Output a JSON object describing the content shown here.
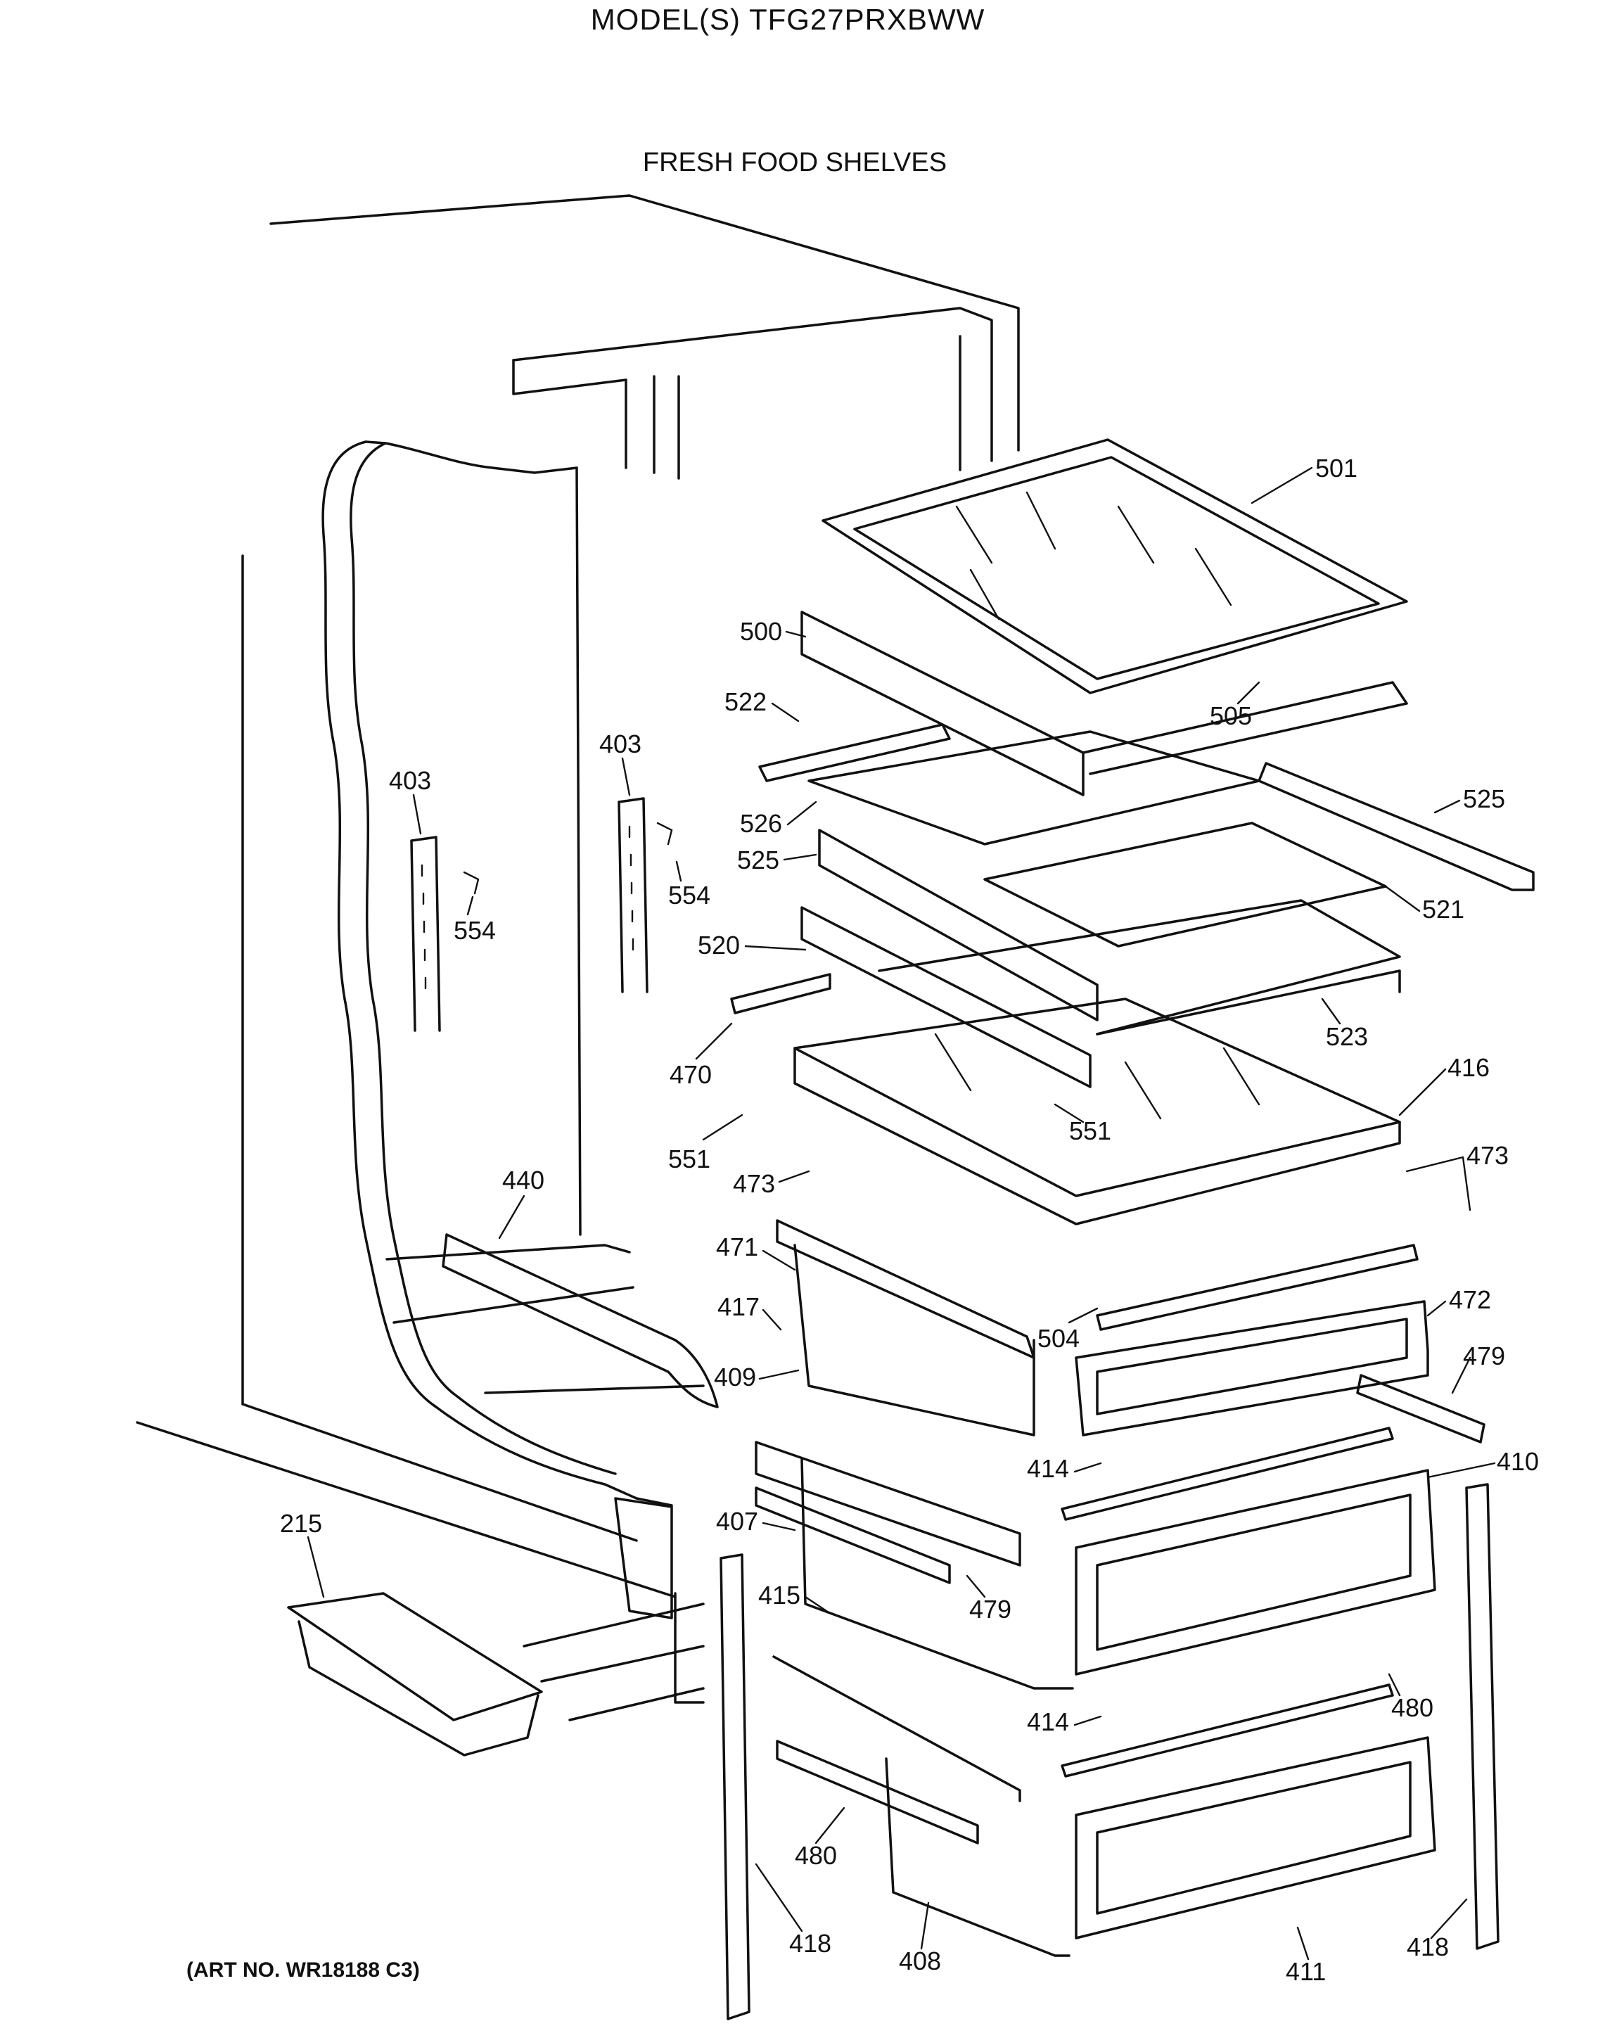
{
  "header": {
    "model_title": "MODEL(S) TFG27PRXBWW",
    "section_title": "FRESH FOOD SHELVES"
  },
  "footer": {
    "art_number": "(ART NO. WR18188 C3)"
  },
  "callouts": [
    "501",
    "500",
    "505",
    "522",
    "525",
    "526",
    "525",
    "521",
    "520",
    "523",
    "403",
    "554",
    "403",
    "554",
    "470",
    "551",
    "551",
    "416",
    "473",
    "473",
    "440",
    "471",
    "504",
    "472",
    "417",
    "409",
    "479",
    "414",
    "410",
    "407",
    "479",
    "415",
    "480",
    "414",
    "215",
    "480",
    "418",
    "408",
    "411",
    "418"
  ]
}
